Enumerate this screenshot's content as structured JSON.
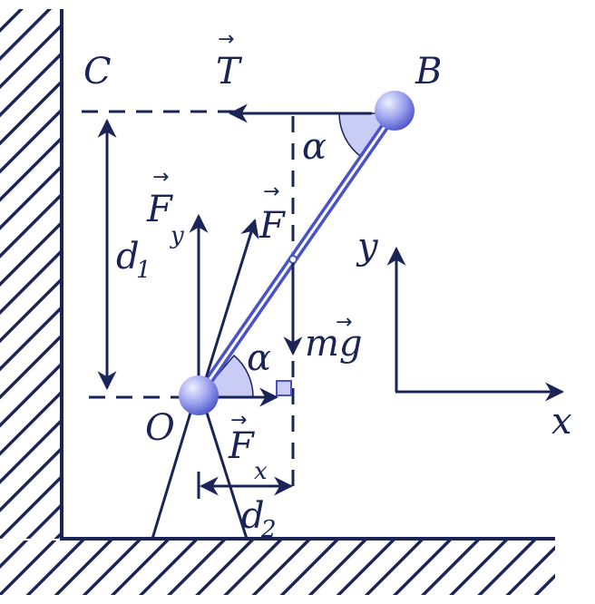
{
  "colors": {
    "ink": "#1b2457",
    "rod_fill": "#c9cdf5",
    "rod_edge": "#4a52c8",
    "ball_light": "#e6e9ff",
    "ball_dark": "#5b63d6",
    "angle_fill": "#c9cdf5"
  },
  "labels": {
    "point_c": "C",
    "point_b": "B",
    "point_o": "O",
    "tension": "T",
    "force": "F",
    "force_y": "F",
    "force_y_sub": "y",
    "force_x": "F",
    "force_x_sub": "x",
    "gravity": "mg",
    "angle_top": "α",
    "angle_bottom": "α",
    "d1": "d",
    "d1_sub": "1",
    "d2": "d",
    "d2_sub": "2",
    "axis_x": "x",
    "axis_y": "y",
    "vector_arrow": "→"
  }
}
